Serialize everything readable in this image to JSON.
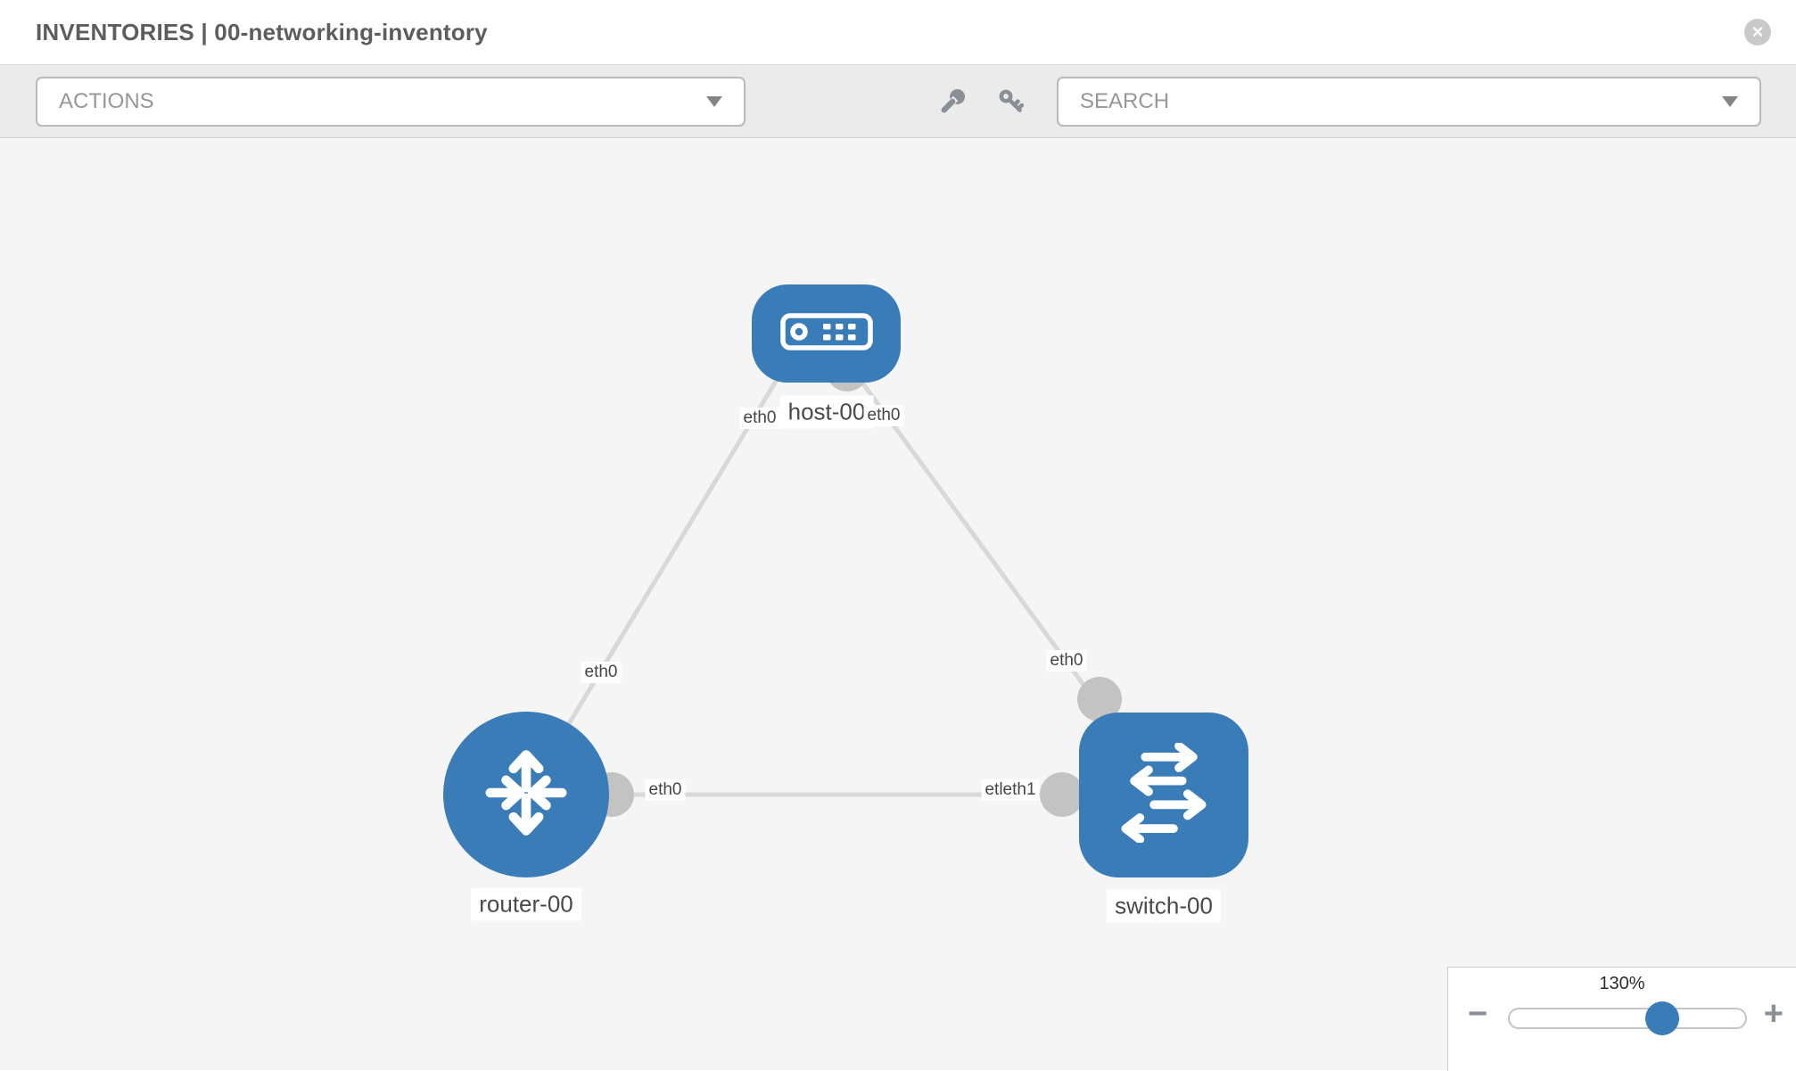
{
  "header": {
    "title": "INVENTORIES | 00-networking-inventory",
    "close_label": "×"
  },
  "toolbar": {
    "actions_select": {
      "value": "ACTIONS"
    },
    "search_select": {
      "value": "SEARCH"
    },
    "icons": [
      "wrench-icon",
      "key-icon"
    ]
  },
  "diagram": {
    "nodes": [
      {
        "id": "host-00",
        "type": "host",
        "label": "host-00"
      },
      {
        "id": "router-00",
        "type": "router",
        "label": "router-00"
      },
      {
        "id": "switch-00",
        "type": "switch",
        "label": "switch-00"
      }
    ],
    "links": [
      {
        "source": "host-00",
        "source_port": "eth0",
        "target": "router-00",
        "target_port": "eth0"
      },
      {
        "source": "host-00",
        "source_port": "eth0",
        "target": "switch-00",
        "target_port": "eth0"
      },
      {
        "source": "router-00",
        "source_port": "eth0",
        "target": "switch-00",
        "target_port": "eth1"
      }
    ],
    "port_labels": [
      {
        "text": "eth0"
      },
      {
        "text": "eth0"
      },
      {
        "text": "eth0"
      },
      {
        "text": "eth0"
      },
      {
        "text": "eth0"
      },
      {
        "text": "etleth1"
      }
    ]
  },
  "zoom_control": {
    "level": "130%",
    "minus_label": "−",
    "plus_label": "+"
  },
  "colors": {
    "node_fill": "#3a7cb8",
    "link_stroke": "#d8d8d8",
    "connector_fill": "#c3c3c3",
    "canvas_bg": "#f5f5f5",
    "toolbar_bg": "#ebebeb",
    "slider_thumb": "#3a7cb8"
  }
}
